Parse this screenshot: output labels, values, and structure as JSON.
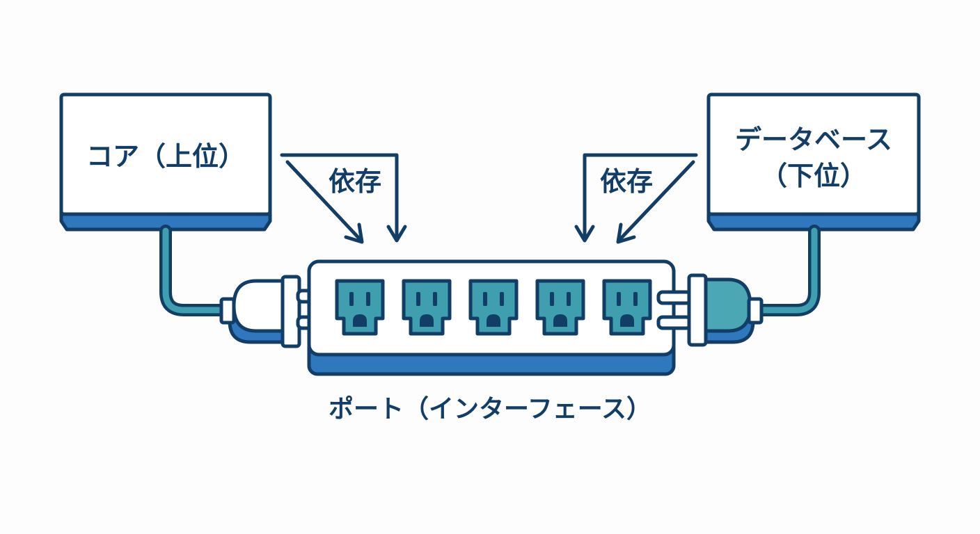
{
  "colors": {
    "outline": "#123d66",
    "box_fill": "#ffffff",
    "box_base": "#2f78bd",
    "socket": "#3f9fae",
    "plug_right": "#4aa7b3",
    "cable": "#3f9fae",
    "background": "#fdfdfd"
  },
  "core_box": {
    "label": "コア（上位）"
  },
  "database_box": {
    "line1": "データベース",
    "line2": "（下位）"
  },
  "arrow_left": {
    "label": "依存"
  },
  "arrow_right": {
    "label": "依存"
  },
  "power_strip": {
    "label": "ポート（インターフェース）",
    "socket_count": 5
  },
  "icons": [
    "plug-left-icon",
    "plug-right-icon",
    "socket-icon"
  ]
}
